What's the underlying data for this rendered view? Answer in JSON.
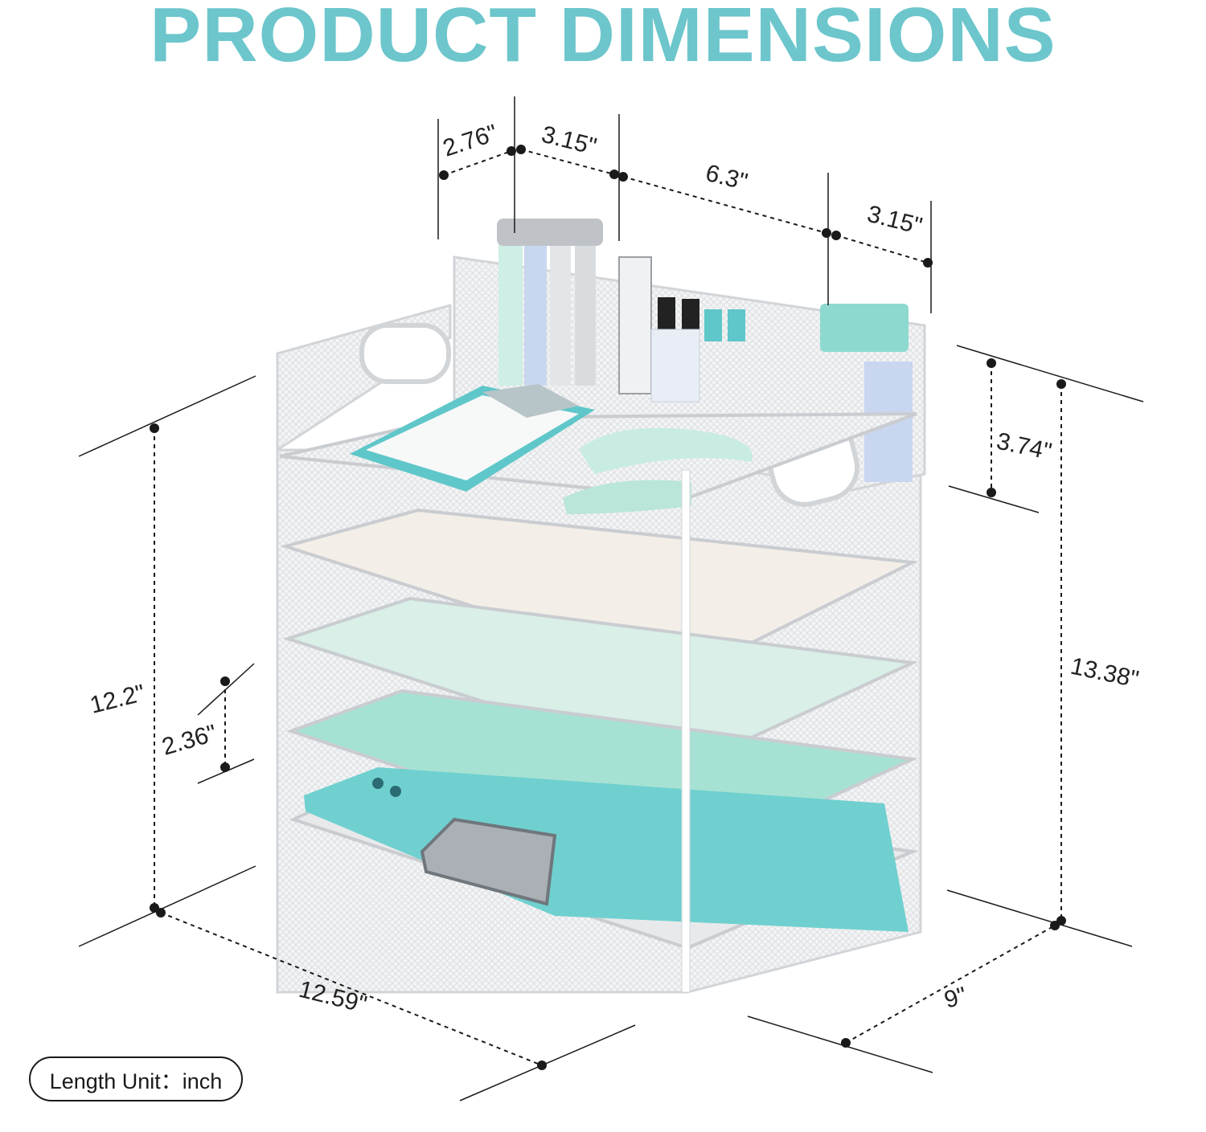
{
  "header": {
    "title": "PRODUCT DIMENSIONS"
  },
  "dimensions": {
    "top_cup_depth": "2.76\"",
    "top_cup_width": "3.15\"",
    "top_middle_width": "6.3\"",
    "top_right_width": "3.15\"",
    "organizer_height": "3.74\"",
    "total_height": "13.38\"",
    "tray_stack_height": "12.2\"",
    "tray_spacing": "2.36\"",
    "length": "12.59\"",
    "depth": "9\""
  },
  "footer": {
    "unit_label": "Length Unit：inch"
  },
  "colors": {
    "accent": "#6cc6cc",
    "mint": "#8ed9cf",
    "teal": "#5fc7c9",
    "mesh": "#e6e8ea"
  }
}
